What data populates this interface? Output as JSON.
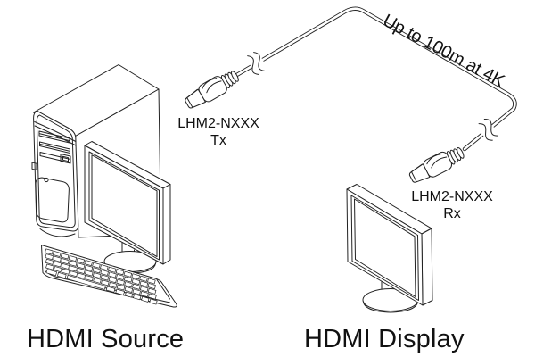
{
  "diagram": {
    "cable_note": "Up to 100m at 4K",
    "tx": {
      "model": "LHM2-NXXX",
      "port": "Tx"
    },
    "rx": {
      "model": "LHM2-NXXX",
      "port": "Rx"
    },
    "captions": {
      "source": "HDMI Source",
      "display": "HDMI Display"
    },
    "colors": {
      "background": "#ffffff",
      "line": "#222222",
      "text": "#111111"
    },
    "icons": [
      "computer-tower",
      "monitor",
      "keyboard",
      "hdmi-connector",
      "cable-break",
      "fiber-hdmi-cable"
    ]
  }
}
